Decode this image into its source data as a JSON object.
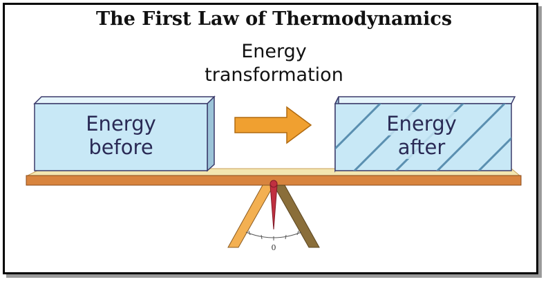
{
  "title": "The First Law of Thermodynamics",
  "subtitle_line1": "Energy",
  "subtitle_line2": "transformation",
  "boxes": {
    "before": {
      "line1": "Energy",
      "line2": "before"
    },
    "after": {
      "line1": "Energy",
      "line2": "after"
    }
  },
  "scale": {
    "zero_label": "0"
  },
  "colors": {
    "box_fill": "#c8e8f6",
    "box_stroke": "#3a3a6a",
    "hatch": "#5a8fb0",
    "arrow": "#f0a030",
    "beam": "#d8843e",
    "beam_top": "#f3e6b0",
    "stand_light": "#f3b052",
    "stand_dark": "#8a6e3a",
    "needle": "#c03040"
  },
  "icons": {
    "arrow": "right-arrow-icon",
    "balance": "balance-scale-icon"
  }
}
